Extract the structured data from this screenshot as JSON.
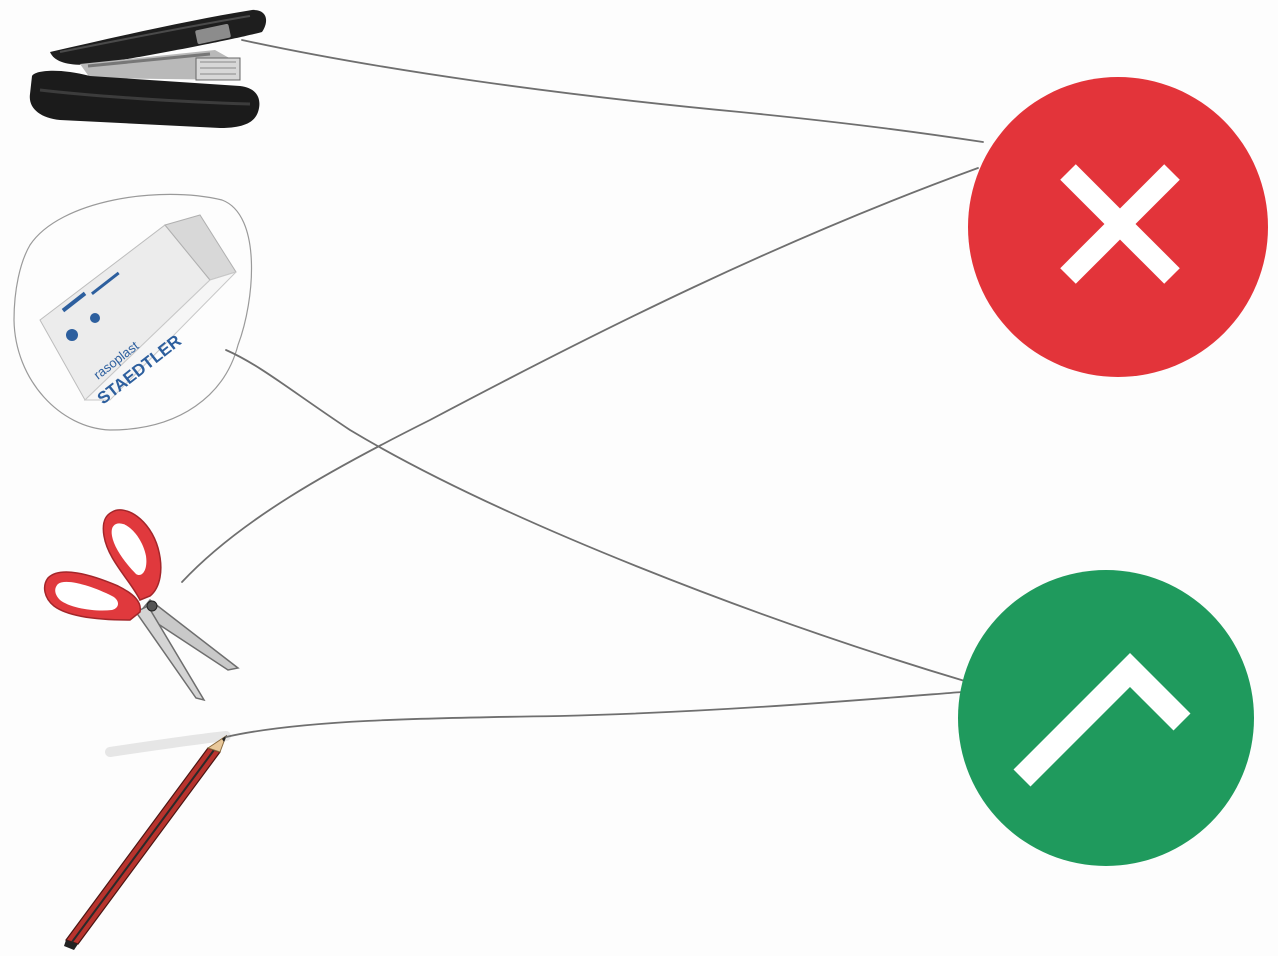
{
  "worksheet": {
    "items": [
      {
        "name": "stapler",
        "icon": "stapler-icon"
      },
      {
        "name": "eraser",
        "icon": "eraser-icon",
        "brand": "STAEDTLER",
        "product": "rasoplast"
      },
      {
        "name": "scissors",
        "icon": "scissors-icon"
      },
      {
        "name": "pencil",
        "icon": "pencil-icon"
      }
    ],
    "answers": [
      {
        "name": "wrong",
        "icon": "cross-icon",
        "color": "#e3343a"
      },
      {
        "name": "correct",
        "icon": "check-icon",
        "color": "#1f9a5d"
      }
    ],
    "connections": [
      {
        "from": "stapler",
        "to": "wrong"
      },
      {
        "from": "scissors",
        "to": "wrong"
      },
      {
        "from": "eraser",
        "to": "correct"
      },
      {
        "from": "pencil",
        "to": "correct"
      }
    ],
    "line_color": "#6f6f6f"
  }
}
